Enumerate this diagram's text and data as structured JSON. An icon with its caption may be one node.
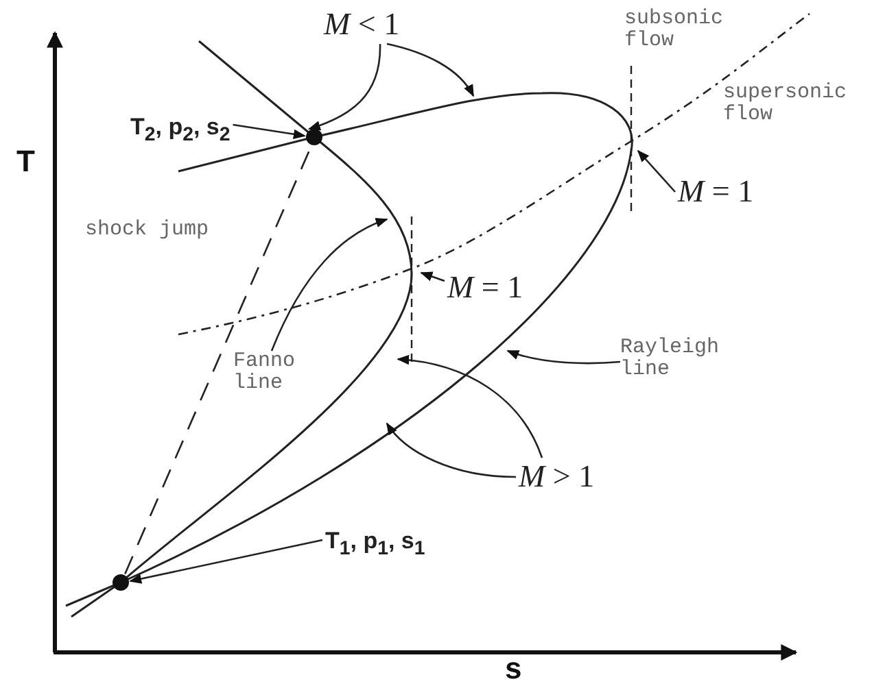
{
  "diagram": {
    "nodes": [
      {
        "text": [
          "*M* < 1"
        ]
      },
      {
        "text": [
          "T$_{2}$, p$_{2}$, s$_{2}$"
        ]
      },
      {
        "text": [],
        "shape": "circle"
      },
      {
        "text": [
          "*M* = 1"
        ]
      },
      {
        "text": [
          "*M* = 1"
        ]
      },
      {
        "text": [
          "Fanno line"
        ]
      },
      {
        "text": [
          "Rayleigh line"
        ]
      },
      {
        "text": [
          "*M* > 1"
        ]
      },
      {
        "text": [
          "T$_{1}$, p$_{1}$, s$_{1}$"
        ]
      },
      {
        "text": [],
        "shape": "circle"
      }
    ],
    "edges": [
      {
        "from": 0,
        "to": 2,
        "arrow": "to"
      },
      {
        "from": 0,
        "to": null,
        "arrow": "to"
      },
      {
        "from": 1,
        "to": 2,
        "arrow": "to"
      },
      {
        "from": 3,
        "to": null,
        "arrow": "to"
      },
      {
        "from": 4,
        "to": null,
        "arrow": "to"
      },
      {
        "from": 5,
        "to": null,
        "arrow": "to"
      },
      {
        "from": 6,
        "to": null,
        "arrow": "to"
      },
      {
        "from": 7,
        "to": null,
        "arrow": "to"
      },
      {
        "from": 7,
        "to": null,
        "arrow": "to"
      },
      {
        "from": 8,
        "to": 9,
        "arrow": "to"
      },
      {
        "from": 9,
        "to": 2,
        "arrow": "none",
        "style": "dashed"
      }
    ],
    "labels": [
      "T",
      "subsonic flow",
      "supersonic flow",
      "shock jump",
      "s"
    ]
  }
}
